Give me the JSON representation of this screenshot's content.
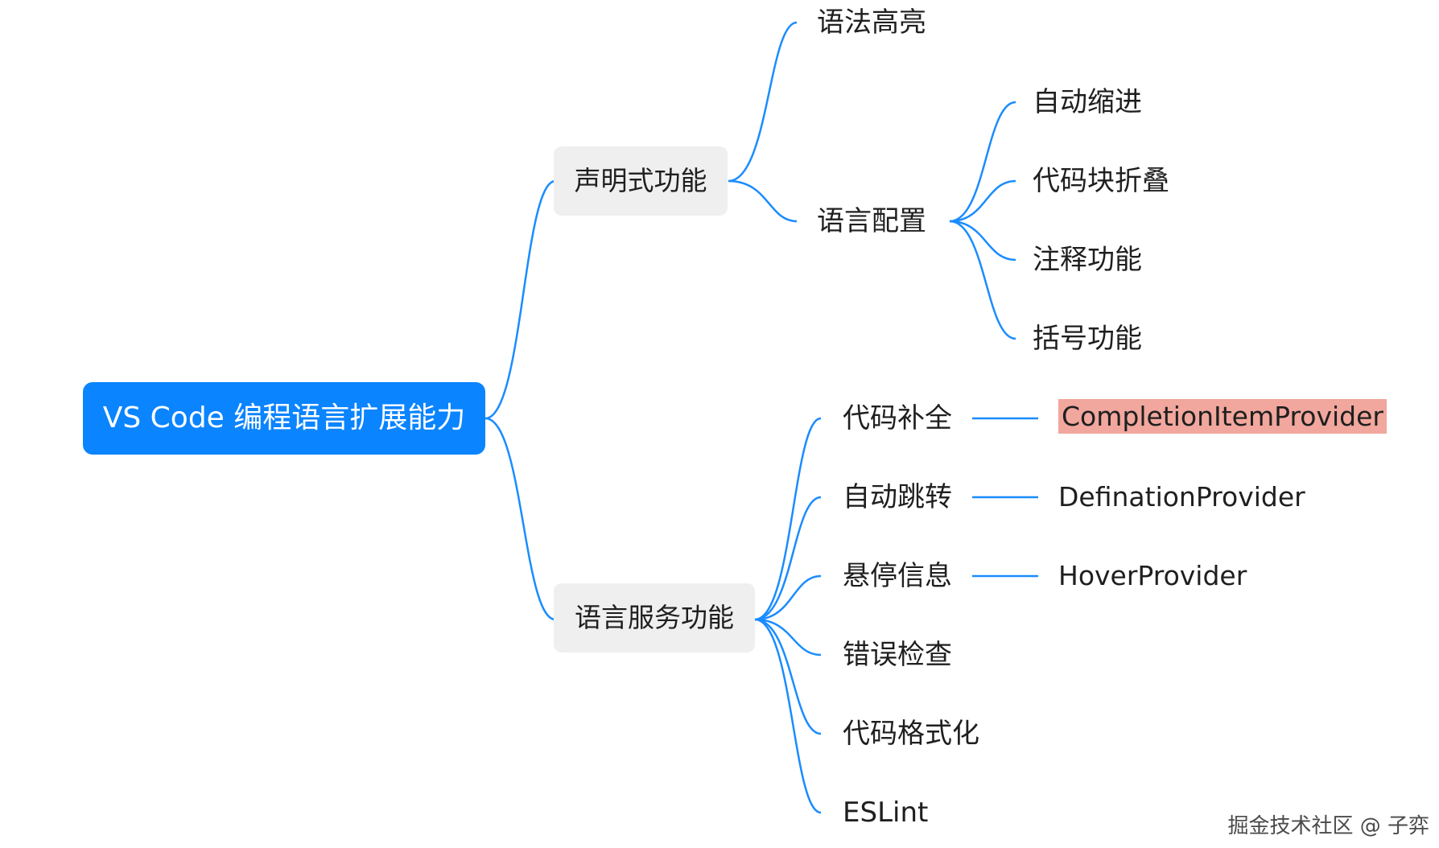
{
  "diagram": {
    "root": {
      "label": "VS Code 编程语言扩展能力"
    },
    "declarative": {
      "label": "声明式功能",
      "syntax_highlight": "语法高亮",
      "language_config": {
        "label": "语言配置",
        "children": [
          "自动缩进",
          "代码块折叠",
          "注释功能",
          "括号功能"
        ]
      }
    },
    "language_service": {
      "label": "语言服务功能",
      "children": [
        {
          "label": "代码补全",
          "provider": "CompletionItemProvider",
          "provider_highlighted": true
        },
        {
          "label": "自动跳转",
          "provider": "DefinationProvider"
        },
        {
          "label": "悬停信息",
          "provider": "HoverProvider"
        },
        {
          "label": "错误检查"
        },
        {
          "label": "代码格式化"
        },
        {
          "label": "ESLint"
        }
      ]
    }
  },
  "watermark": "掘金技术社区 @ 子弈",
  "colors": {
    "root_fill": "#0a84ff",
    "edge_stroke": "#1a8cff",
    "branch_fill": "#efefef",
    "highlight_fill": "#f1a79d"
  }
}
